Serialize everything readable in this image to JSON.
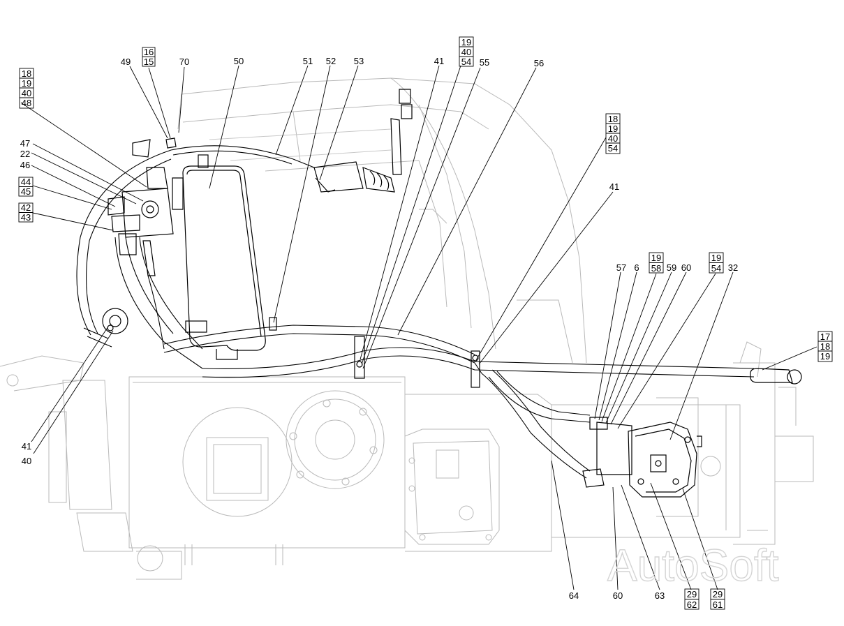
{
  "watermark": "AutoSoft",
  "callouts": {
    "c49": "49",
    "c70": "70",
    "c50": "50",
    "c51": "51",
    "c52": "52",
    "c53": "53",
    "c41a": "41",
    "c55": "55",
    "c56": "56",
    "c47": "47",
    "c22": "22",
    "c46": "46",
    "c41b": "41",
    "c57": "57",
    "c6": "6",
    "c59": "59",
    "c60a": "60",
    "c32": "32",
    "c41c": "41",
    "c40": "40",
    "c64": "64",
    "c60b": "60",
    "c63": "63"
  },
  "stacks": {
    "s16_15": [
      "16",
      "15"
    ],
    "s18_19_40_48": [
      "18",
      "19",
      "40",
      "48"
    ],
    "s44_45": [
      "44",
      "45"
    ],
    "s42_43": [
      "42",
      "43"
    ],
    "s19_40_54": [
      "19",
      "40",
      "54"
    ],
    "s18_19_40_54": [
      "18",
      "19",
      "40",
      "54"
    ],
    "s19_58": [
      "19",
      "58"
    ],
    "s19_54": [
      "19",
      "54"
    ],
    "s17_18_19": [
      "17",
      "18",
      "19"
    ],
    "s29_62": [
      "29",
      "62"
    ],
    "s29_61": [
      "29",
      "61"
    ]
  }
}
